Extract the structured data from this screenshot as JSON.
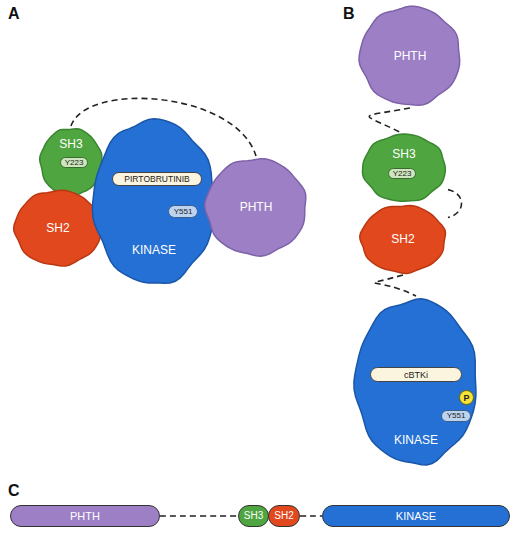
{
  "diagram": {
    "nodes": [
      {
        "text": [
          "SH3"
        ]
      },
      {
        "text": [
          "Y223"
        ],
        "in": 0
      },
      {
        "text": [
          "SH2"
        ]
      },
      {
        "text": [
          "KINASE"
        ]
      },
      {
        "text": [
          "PIRTOBRUTINIB"
        ],
        "in": 3
      },
      {
        "text": [
          "Y551"
        ],
        "in": 3
      },
      {
        "text": [
          "PHTH"
        ]
      },
      {
        "text": [
          "PHTH"
        ]
      },
      {
        "text": [
          "SH3"
        ]
      },
      {
        "text": [
          "Y223"
        ],
        "in": 8
      },
      {
        "text": [
          "SH2"
        ]
      },
      {
        "text": [
          "KINASE"
        ]
      },
      {
        "text": [
          "cBTKi"
        ],
        "in": 11
      },
      {
        "text": [
          "Y551"
        ],
        "in": 11
      },
      {
        "text": [
          "P"
        ],
        "in": 11
      },
      {
        "text": [
          "PHTH"
        ]
      },
      {
        "text": [
          "SH3"
        ]
      },
      {
        "text": [
          "SH2"
        ]
      },
      {
        "text": [
          "KINASE"
        ]
      }
    ],
    "edges": [
      {
        "from": 0,
        "to": 6,
        "arrow": "none"
      },
      {
        "from": 7,
        "to": 8,
        "arrow": "none"
      },
      {
        "from": 8,
        "to": 10,
        "arrow": "none"
      },
      {
        "from": 10,
        "to": 11,
        "arrow": "none"
      },
      {
        "from": 15,
        "to": 16,
        "arrow": "none"
      },
      {
        "from": 17,
        "to": 18,
        "arrow": "none"
      }
    ],
    "labels": [
      "A",
      "B",
      "C"
    ]
  }
}
